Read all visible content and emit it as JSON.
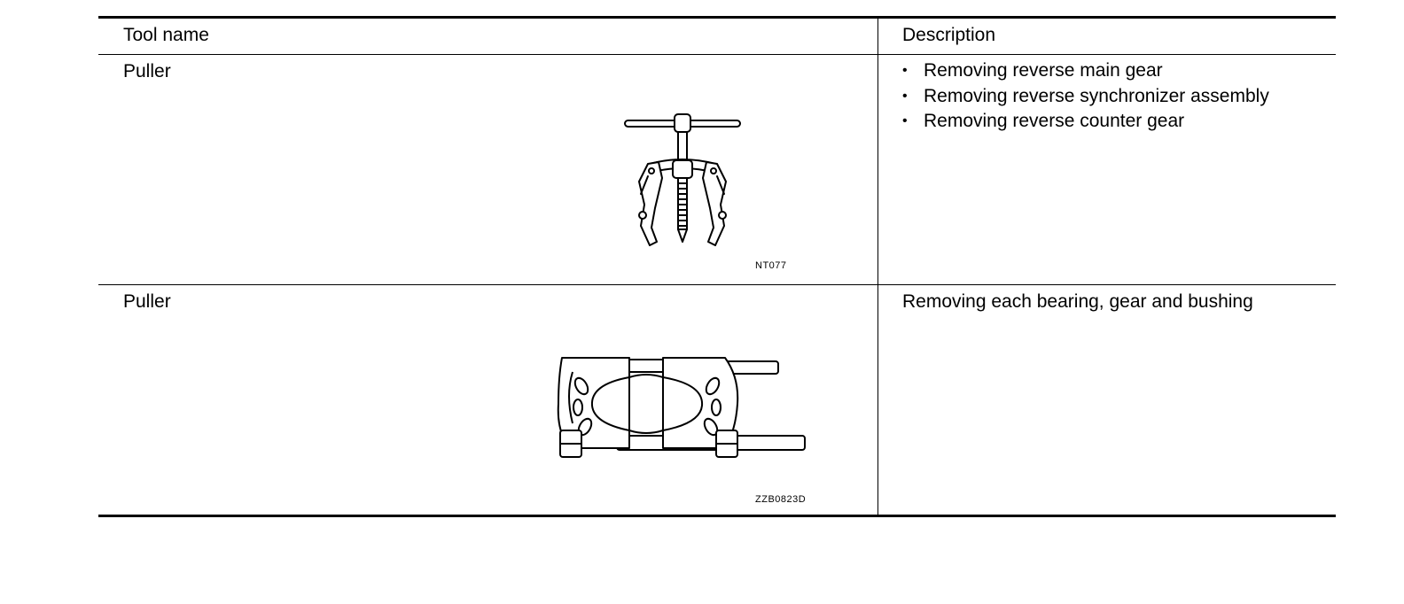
{
  "table": {
    "headers": {
      "tool_name": "Tool name",
      "description": "Description"
    },
    "rows": [
      {
        "tool_name": "Puller",
        "figure_code": "NT077",
        "figure_icon": "jaw-puller-icon",
        "description_bullets": [
          "Removing reverse main gear",
          "Removing reverse synchronizer assembly",
          "Removing reverse counter gear"
        ]
      },
      {
        "tool_name": "Puller",
        "figure_code": "ZZB0823D",
        "figure_icon": "bearing-separator-icon",
        "description": "Removing each bearing, gear and bushing"
      }
    ]
  }
}
